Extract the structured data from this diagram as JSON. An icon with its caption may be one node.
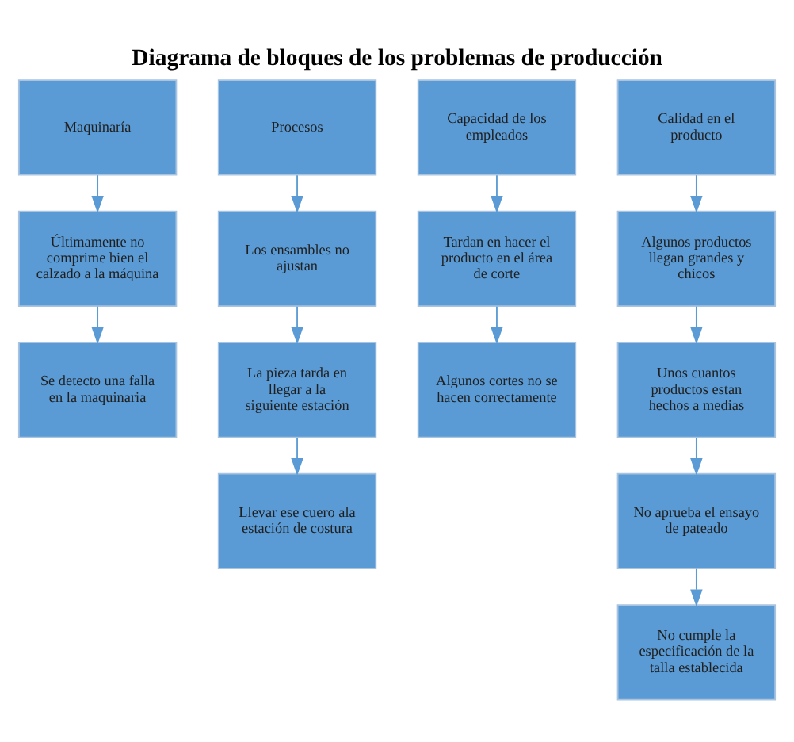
{
  "diagram": {
    "title": "Diagrama de bloques de los problemas de producción",
    "nodes": [
      {
        "text": [
          "Maquinaría"
        ]
      },
      {
        "text": [
          "Últimamente no comprime bien el calzado a la máquina"
        ]
      },
      {
        "text": [
          "Se detecto una falla en la maquinaria"
        ]
      },
      {
        "text": [
          "Procesos"
        ]
      },
      {
        "text": [
          "Los ensambles no ajustan"
        ]
      },
      {
        "text": [
          "La pieza tarda en llegar a la siguiente estación"
        ]
      },
      {
        "text": [
          "Llevar ese cuero ala estación de costura"
        ]
      },
      {
        "text": [
          "Capacidad de los empleados"
        ]
      },
      {
        "text": [
          "Tardan en hacer el producto en el área de corte"
        ]
      },
      {
        "text": [
          "Algunos cortes no se hacen correctamente"
        ]
      },
      {
        "text": [
          "Calidad en el producto"
        ]
      },
      {
        "text": [
          "Algunos productos llegan grandes y chicos"
        ]
      },
      {
        "text": [
          "Unos cuantos productos estan hechos a medias"
        ]
      },
      {
        "text": [
          "No aprueba el ensayo de pateado"
        ]
      },
      {
        "text": [
          "No cumple la especificación de la talla establecida"
        ]
      }
    ],
    "edges": [
      {
        "from": 0,
        "to": 1,
        "arrow": "to"
      },
      {
        "from": 1,
        "to": 2,
        "arrow": "to"
      },
      {
        "from": 3,
        "to": 4,
        "arrow": "to"
      },
      {
        "from": 4,
        "to": 5,
        "arrow": "to"
      },
      {
        "from": 5,
        "to": 6,
        "arrow": "to"
      },
      {
        "from": 7,
        "to": 8,
        "arrow": "to"
      },
      {
        "from": 8,
        "to": 9,
        "arrow": "to"
      },
      {
        "from": 10,
        "to": 11,
        "arrow": "to"
      },
      {
        "from": 11,
        "to": 12,
        "arrow": "to"
      },
      {
        "from": 12,
        "to": 13,
        "arrow": "to"
      },
      {
        "from": 13,
        "to": 14,
        "arrow": "to"
      }
    ]
  }
}
